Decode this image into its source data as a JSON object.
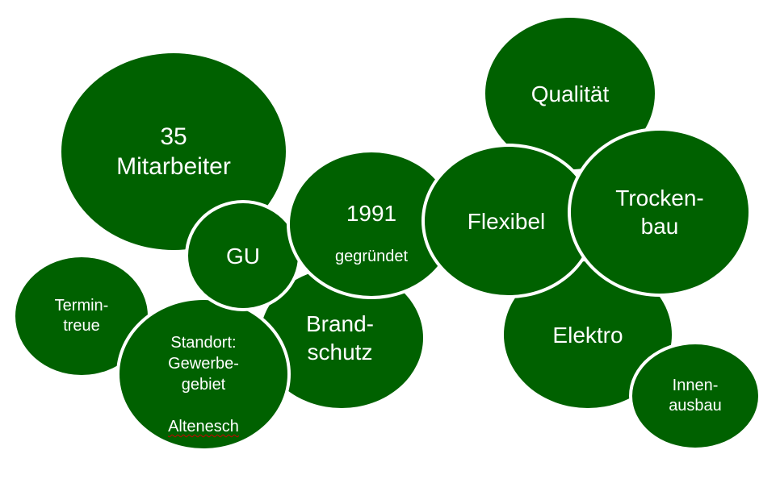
{
  "diagram": {
    "bubble_color": "#006100",
    "text_color": "#ffffff",
    "outline_color": "#ffffff",
    "bubbles": {
      "mitarbeiter": "35\nMitarbeiter",
      "gu": "GU",
      "gegruendet_year": "1991",
      "gegruendet_word": "gegründet",
      "brandschutz": "Brand-\nschutz",
      "termintreue": "Termin-\ntreue",
      "standort": "Standort:\nGewerbe-\ngebiet",
      "standort_place": "Altenesch",
      "qualitaet": "Qualität",
      "flexibel": "Flexibel",
      "trockenbau": "Trocken-\nbau",
      "elektro": "Elektro",
      "innenausbau": "Innen-\nausbau"
    }
  }
}
